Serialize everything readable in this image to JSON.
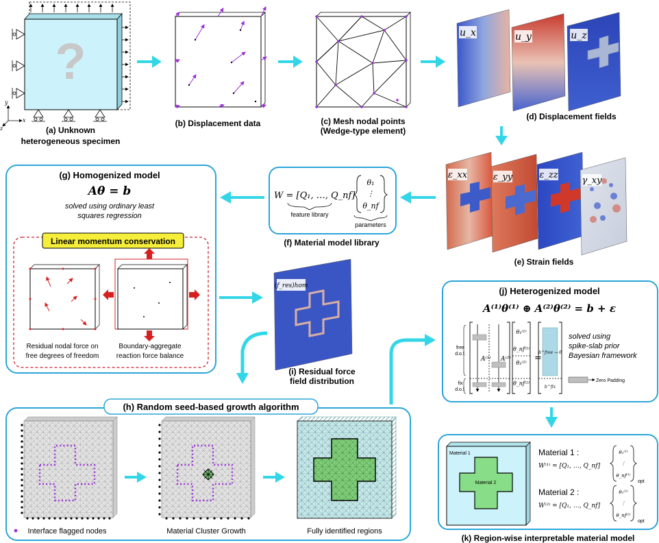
{
  "panels": {
    "a": {
      "label": "(a) Unknown",
      "label2": "heterogeneous specimen",
      "glyph": "?"
    },
    "b": {
      "label": "(b) Displacement data"
    },
    "c": {
      "label": "(c) Mesh nodal points",
      "label2": "(Wedge-type element)"
    },
    "d": {
      "label": "(d) Displacement fields",
      "fields": [
        "u_x",
        "u_y",
        "u_z"
      ]
    },
    "e": {
      "label": "(e) Strain fields",
      "fields": [
        "ε_xx",
        "ε_yy",
        "ε_zz",
        "γ_xy"
      ]
    },
    "f": {
      "label": "(f)  Material model library",
      "eq_lhs": "W = [Q₁, …, Q_nf]",
      "underbrace1": "feature library",
      "params": [
        "θ₁",
        "⋮",
        "θ_nf"
      ],
      "underbrace2": "parameters"
    },
    "g": {
      "label": "(g) Homogenized model",
      "equation": "Aθ = b",
      "desc1": "solved using ordinary least",
      "desc2": "squares regression",
      "lmc": "Linear momentum conservation",
      "sub1a": "Residual nodal force on",
      "sub1b": "free degrees of freedom",
      "sub2a": "Boundary-aggregate",
      "sub2b": "reaction force balance"
    },
    "h": {
      "label": "(h) Random seed-based growth algorithm",
      "sub1": "Interface flagged nodes",
      "sub2": "Material Cluster Growth",
      "sub3": "Fully identified regions"
    },
    "i": {
      "label": "(i) Residual force",
      "label2": "field distribution",
      "inset": "(f_res)hom"
    },
    "j": {
      "label": "(j) Heterogenized model",
      "equation": "A⁽¹⁾θ⁽¹⁾ ⊕ A⁽²⁾θ⁽²⁾ = b + ε",
      "desc1": "solved using",
      "desc2": "spike-slab prior",
      "desc3": "Bayesian framework",
      "free": "free",
      "fix": "fix",
      "dof": "d.o.f.",
      "zero": "Zero Padding",
      "colA1": "A⁽¹⁾",
      "colA2": "A⁽²⁾",
      "eq": "=",
      "thetas": [
        "θ₁⁽¹⁾",
        "θ_nf⁽¹⁾",
        "θ₁⁽²⁾",
        "θ_nf⁽²⁾"
      ],
      "bfree": "b^free → 0",
      "bfix": "b^fix"
    },
    "k": {
      "label": "(k) Region-wise interpretable material model",
      "mat1": "Material 1",
      "mat2": "Material 2",
      "m1": "Material 1 :",
      "w1": "W⁽¹⁾ = [Q₁, …, Q_nf]",
      "p1": [
        "θ₁⁽¹⁾",
        "⋮",
        "θ_nf⁽¹⁾"
      ],
      "m2": "Material 2 :",
      "w2": "W⁽²⁾ = [Q₁, …, Q_nf]",
      "p2": [
        "θ₁⁽²⁾",
        "⋮",
        "θ_nf⁽²⁾"
      ],
      "opt": "opt"
    }
  },
  "colors": {
    "arrow": "#33d6e6",
    "frame": "#2aa5d8",
    "dash": "#cc2233",
    "highlight": "#f5ee3a",
    "purple": "#9b2fd6",
    "green": "#88dd88",
    "specimen": "#ccf3fb"
  }
}
